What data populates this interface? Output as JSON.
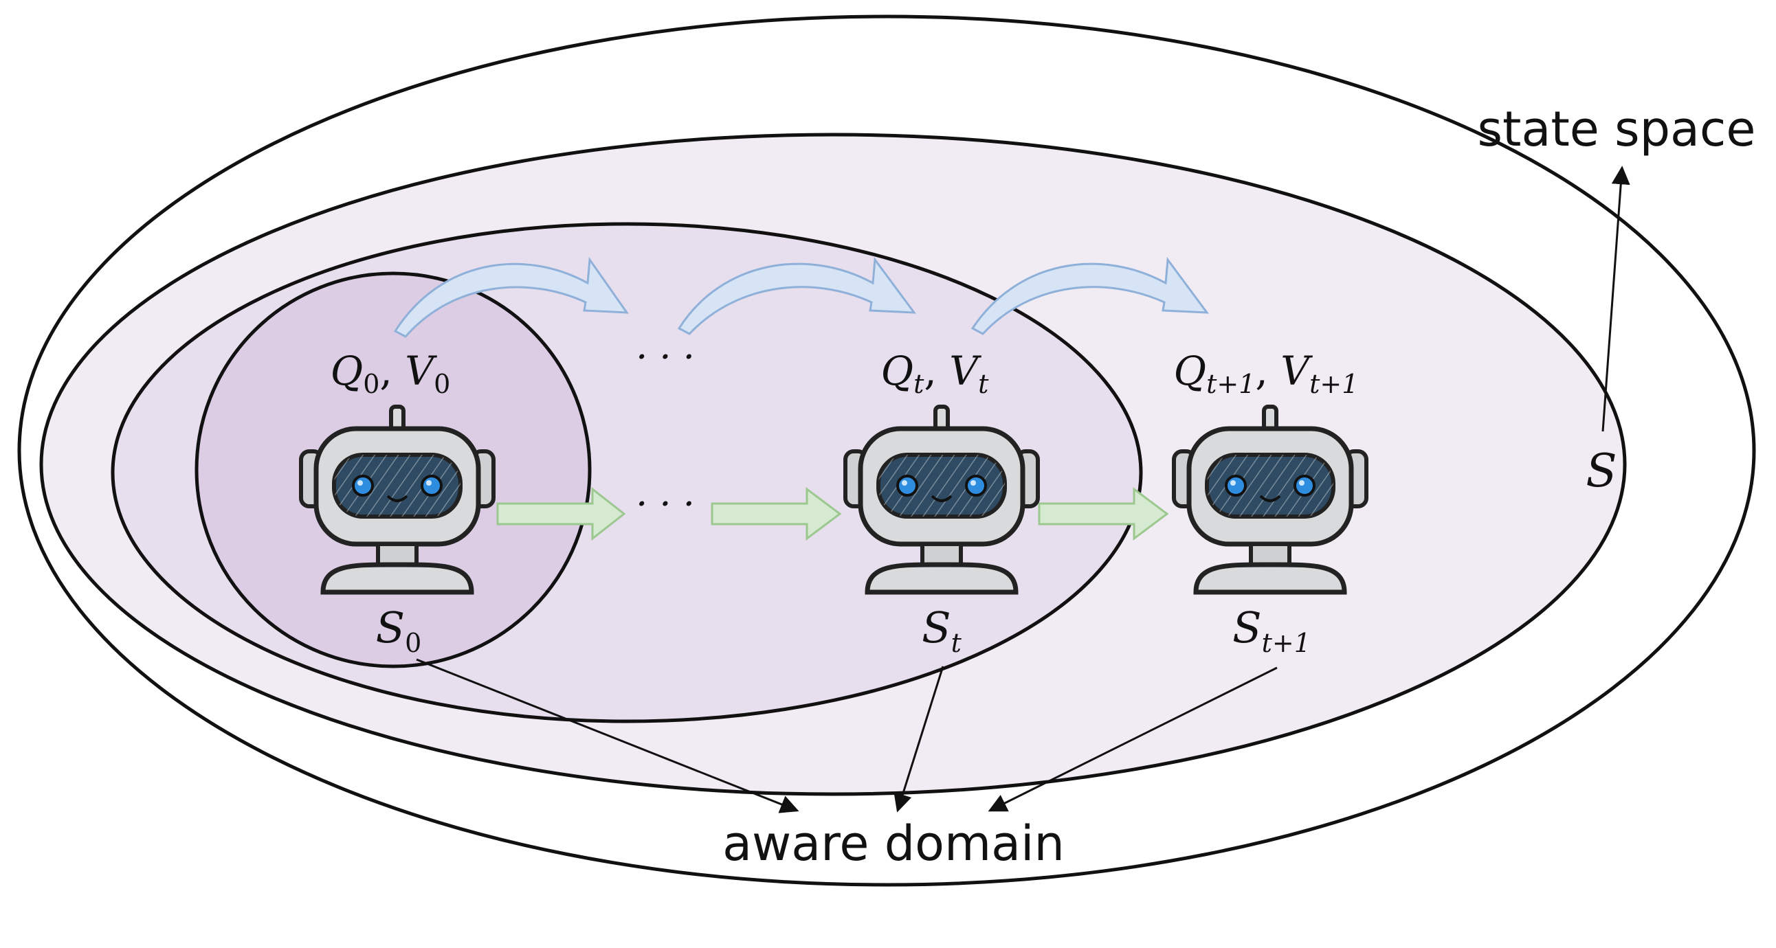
{
  "labels": {
    "state_space": "state space",
    "aware_domain": "aware domain",
    "S": "S",
    "ellipsis_top": "· · ·",
    "ellipsis_mid": "· · ·"
  },
  "agents": [
    {
      "q": "Q",
      "q_sub": "0",
      "v": "V",
      "v_sub": "0",
      "s": "S",
      "s_sub": "0"
    },
    {
      "q": "Q",
      "q_sub": "t",
      "v": "V",
      "v_sub": "t",
      "s": "S",
      "s_sub": "t"
    },
    {
      "q": "Q",
      "q_sub": "t+1",
      "v": "V",
      "v_sub": "t+1",
      "s": "S",
      "s_sub": "t+1"
    }
  ],
  "colors": {
    "outline": "#111111",
    "region_outer": "#f1ecf4",
    "region_mid": "#e8dfee",
    "region_inner": "#dccde5",
    "update_arrow": "#d6e4f5",
    "update_arrow_stroke": "#8fb0d8",
    "transition_arrow": "#d5ead0",
    "transition_arrow_stroke": "#9cc890",
    "robot_body": "#d9dadb",
    "robot_visor": "#2f4b63",
    "robot_eye": "#2f8de0"
  }
}
